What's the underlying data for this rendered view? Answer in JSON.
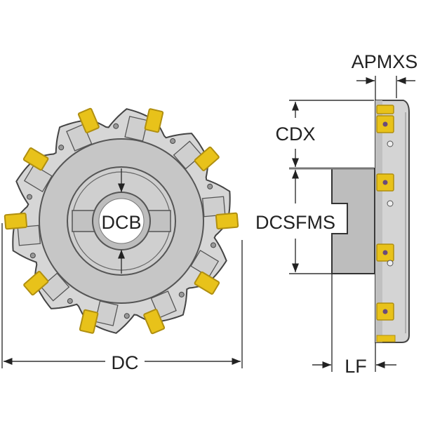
{
  "labels": {
    "apmxs": "APMXS",
    "cdx": "CDX",
    "dcsfms": "DCSFMS",
    "lf": "LF",
    "dc": "DC",
    "dcb": "DCB"
  },
  "colors": {
    "body": "#c8c8c8",
    "body_light": "#d6d6d6",
    "hub": "#bdbdbd",
    "insert": "#e8c21a",
    "insert_dark": "#b08f10",
    "outline": "#444444"
  },
  "teeth_count": 10
}
